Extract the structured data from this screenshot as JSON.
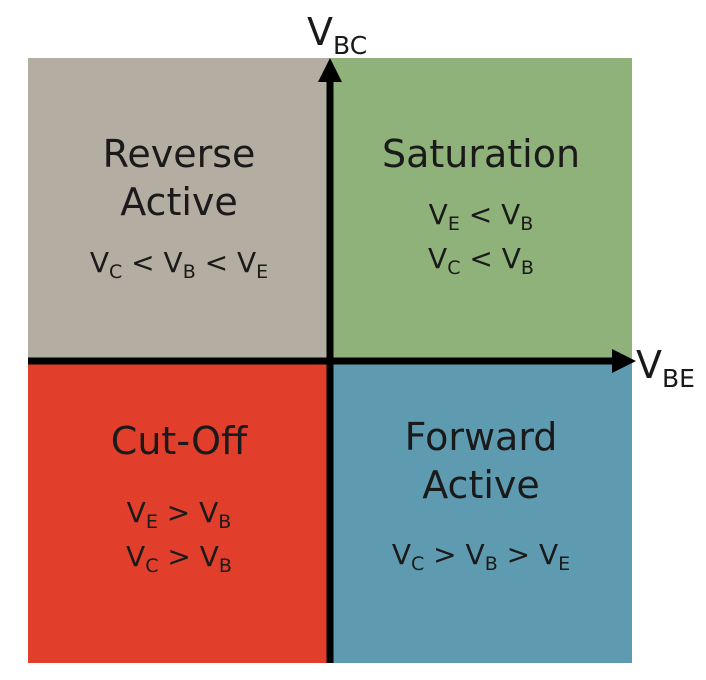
{
  "axes": {
    "y": {
      "main": "V",
      "sub": "BC"
    },
    "x": {
      "main": "V",
      "sub": "BE"
    }
  },
  "colors": {
    "reverse_active": "#b4ada2",
    "saturation": "#8fb27a",
    "cut_off": "#e13f2b",
    "forward_active": "#5f9bb0",
    "axis": "#000000"
  },
  "quadrants": {
    "reverse_active": {
      "title": [
        "Reverse",
        "Active"
      ],
      "conditions": [
        [
          {
            "t": "V"
          },
          {
            "s": "C"
          },
          {
            "t": " < V"
          },
          {
            "s": "B"
          },
          {
            "t": " < V"
          },
          {
            "s": "E"
          }
        ]
      ]
    },
    "saturation": {
      "title": [
        "Saturation"
      ],
      "conditions": [
        [
          {
            "t": "V"
          },
          {
            "s": "E"
          },
          {
            "t": " < V"
          },
          {
            "s": "B"
          }
        ],
        [
          {
            "t": "V"
          },
          {
            "s": "C"
          },
          {
            "t": " < V"
          },
          {
            "s": "B"
          }
        ]
      ]
    },
    "cut_off": {
      "title": [
        "Cut-Off"
      ],
      "conditions": [
        [
          {
            "t": "V"
          },
          {
            "s": "E"
          },
          {
            "t": " > V"
          },
          {
            "s": "B"
          }
        ],
        [
          {
            "t": "V"
          },
          {
            "s": "C"
          },
          {
            "t": " > V"
          },
          {
            "s": "B"
          }
        ]
      ]
    },
    "forward_active": {
      "title": [
        "Forward",
        "Active"
      ],
      "conditions": [
        [
          {
            "t": "V"
          },
          {
            "s": "C"
          },
          {
            "t": " > V"
          },
          {
            "s": "B"
          },
          {
            "t": " > V"
          },
          {
            "s": "E"
          }
        ]
      ]
    }
  }
}
